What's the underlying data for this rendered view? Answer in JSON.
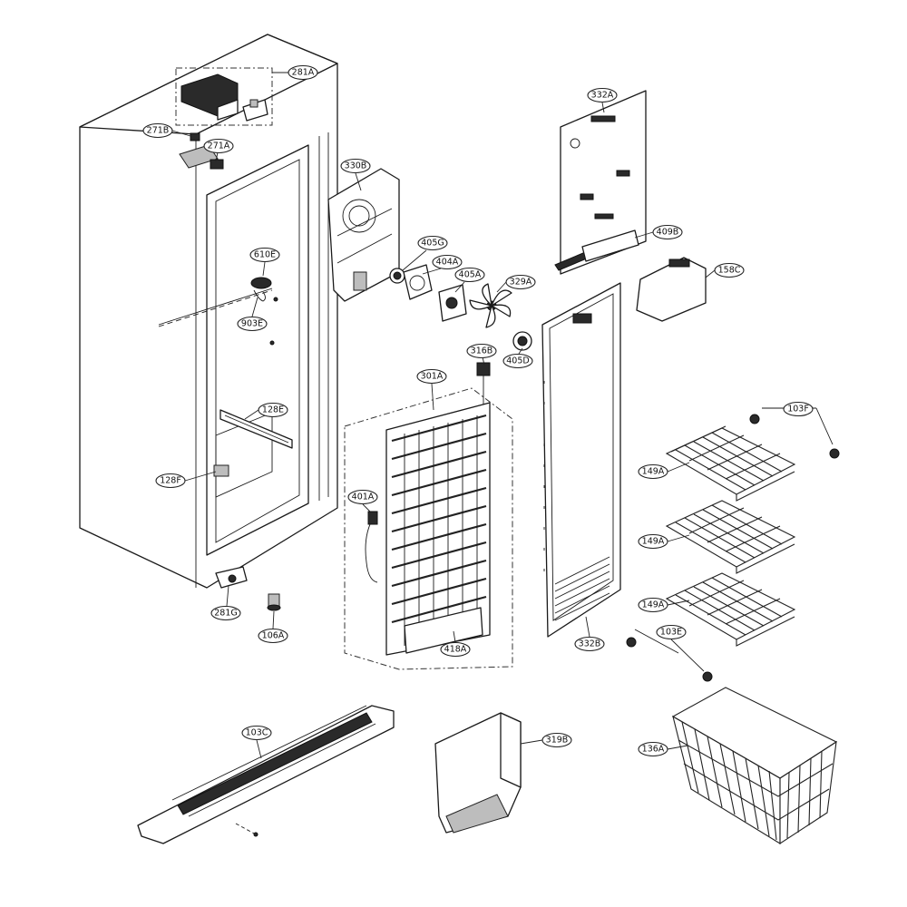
{
  "diagram": {
    "callouts": {
      "c281A": "281A",
      "c271B": "271B",
      "c271A": "271A",
      "c610E": "610E",
      "c903E": "903E",
      "c128E": "128E",
      "c128F": "128F",
      "c281G": "281G",
      "c106A": "106A",
      "c330B": "330B",
      "c405G": "405G",
      "c404A": "404A",
      "c405A": "405A",
      "c329A": "329A",
      "c316B": "316B",
      "c405D": "405D",
      "c301A": "301A",
      "c401A": "401A",
      "c418A": "418A",
      "c332A": "332A",
      "c409B": "409B",
      "c158C": "158C",
      "c332B": "332B",
      "c103F": "103F",
      "c149A1": "149A",
      "c149A2": "149A",
      "c149A3": "149A",
      "c103E": "103E",
      "c136A": "136A",
      "c103C": "103C",
      "c319B": "319B"
    }
  }
}
